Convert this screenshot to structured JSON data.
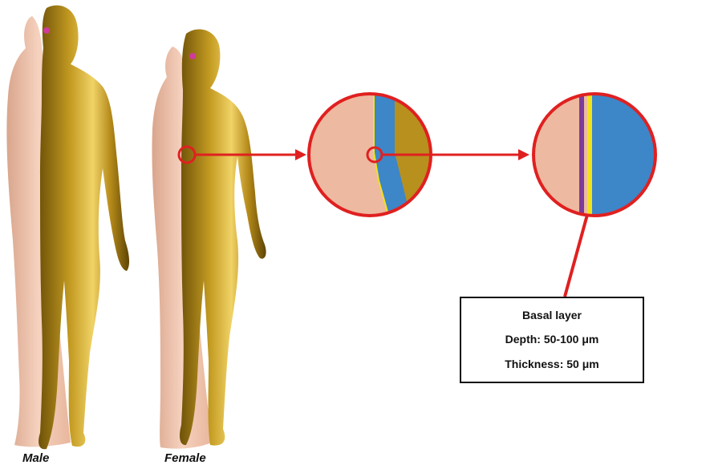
{
  "figure": {
    "labels": {
      "male": "Male",
      "female": "Female"
    },
    "info_box": {
      "title": "Basal layer",
      "depth": "Depth: 50-100 μm",
      "thickness": "Thickness: 50 μm"
    },
    "colors": {
      "gold_body": "#b8901e",
      "skin_tone": "#edb9a0",
      "epidermis_blue": "#3d86c8",
      "basal_layer_yellow": "#f2e21a",
      "purple_layer": "#7b3c9a",
      "highlight_red": "#e02020"
    }
  }
}
